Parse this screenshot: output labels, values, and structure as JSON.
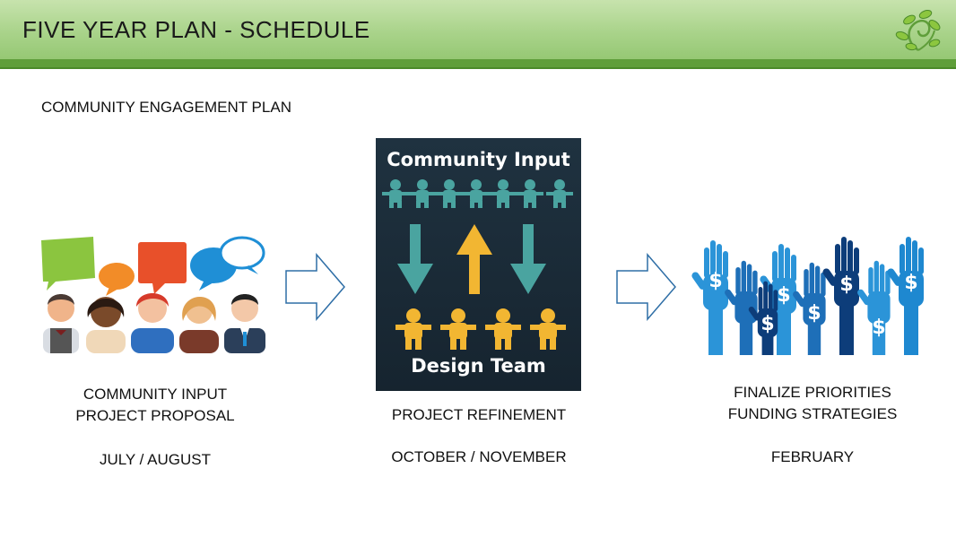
{
  "header": {
    "title": "FIVE YEAR PLAN - SCHEDULE",
    "logo_icon": "leaf-vine-icon"
  },
  "subtitle": "COMMUNITY ENGAGEMENT PLAN",
  "steps": [
    {
      "icon": "people-speech-bubbles-icon",
      "line1": "COMMUNITY INPUT",
      "line2": "PROJECT PROPOSAL",
      "date": "JULY / AUGUST"
    },
    {
      "icon": "community-design-exchange-icon",
      "panel_top": "Community Input",
      "panel_bottom": "Design Team",
      "line1": "PROJECT REFINEMENT",
      "date": "OCTOBER / NOVEMBER"
    },
    {
      "icon": "raised-hands-dollar-icon",
      "line1": "FINALIZE PRIORITIES",
      "line2": "FUNDING STRATEGIES",
      "date": "FEBRUARY"
    }
  ],
  "colors": {
    "header_green": "#a9d38a",
    "header_rule": "#5f9e3a",
    "panel_bg": "#1c2d3a",
    "teal": "#4aa4a0",
    "gold": "#f2b632",
    "hand_blue": "#1e88d0",
    "hand_navy": "#0d3d7a"
  }
}
